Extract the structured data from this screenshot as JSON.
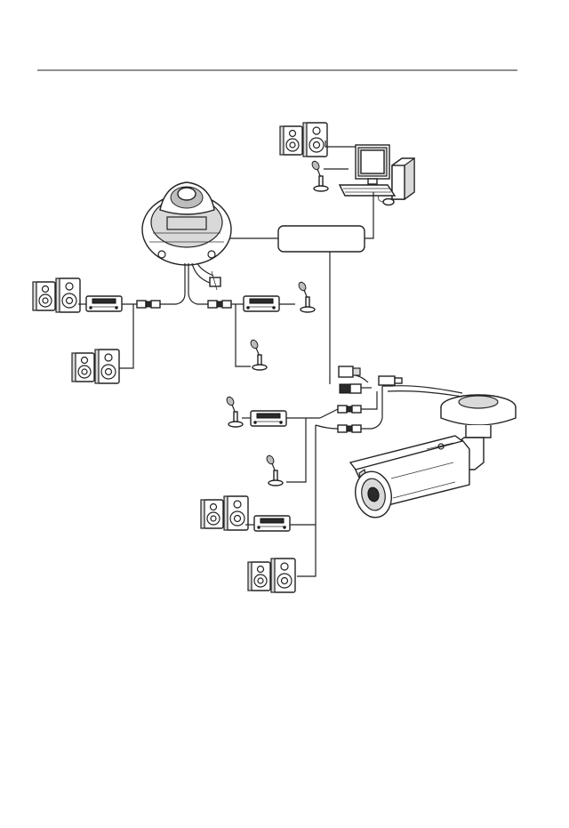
{
  "page": {
    "header_rule": true
  },
  "diagram": {
    "network_box_label": "",
    "components": [
      "pc-monitor",
      "pc-tower",
      "keyboard",
      "mouse",
      "dome-camera",
      "bullet-camera",
      "network-hub",
      "audio-amplifier",
      "speaker-pair",
      "microphone",
      "rca-audio-connector",
      "rj45-connector",
      "power-connector"
    ]
  }
}
